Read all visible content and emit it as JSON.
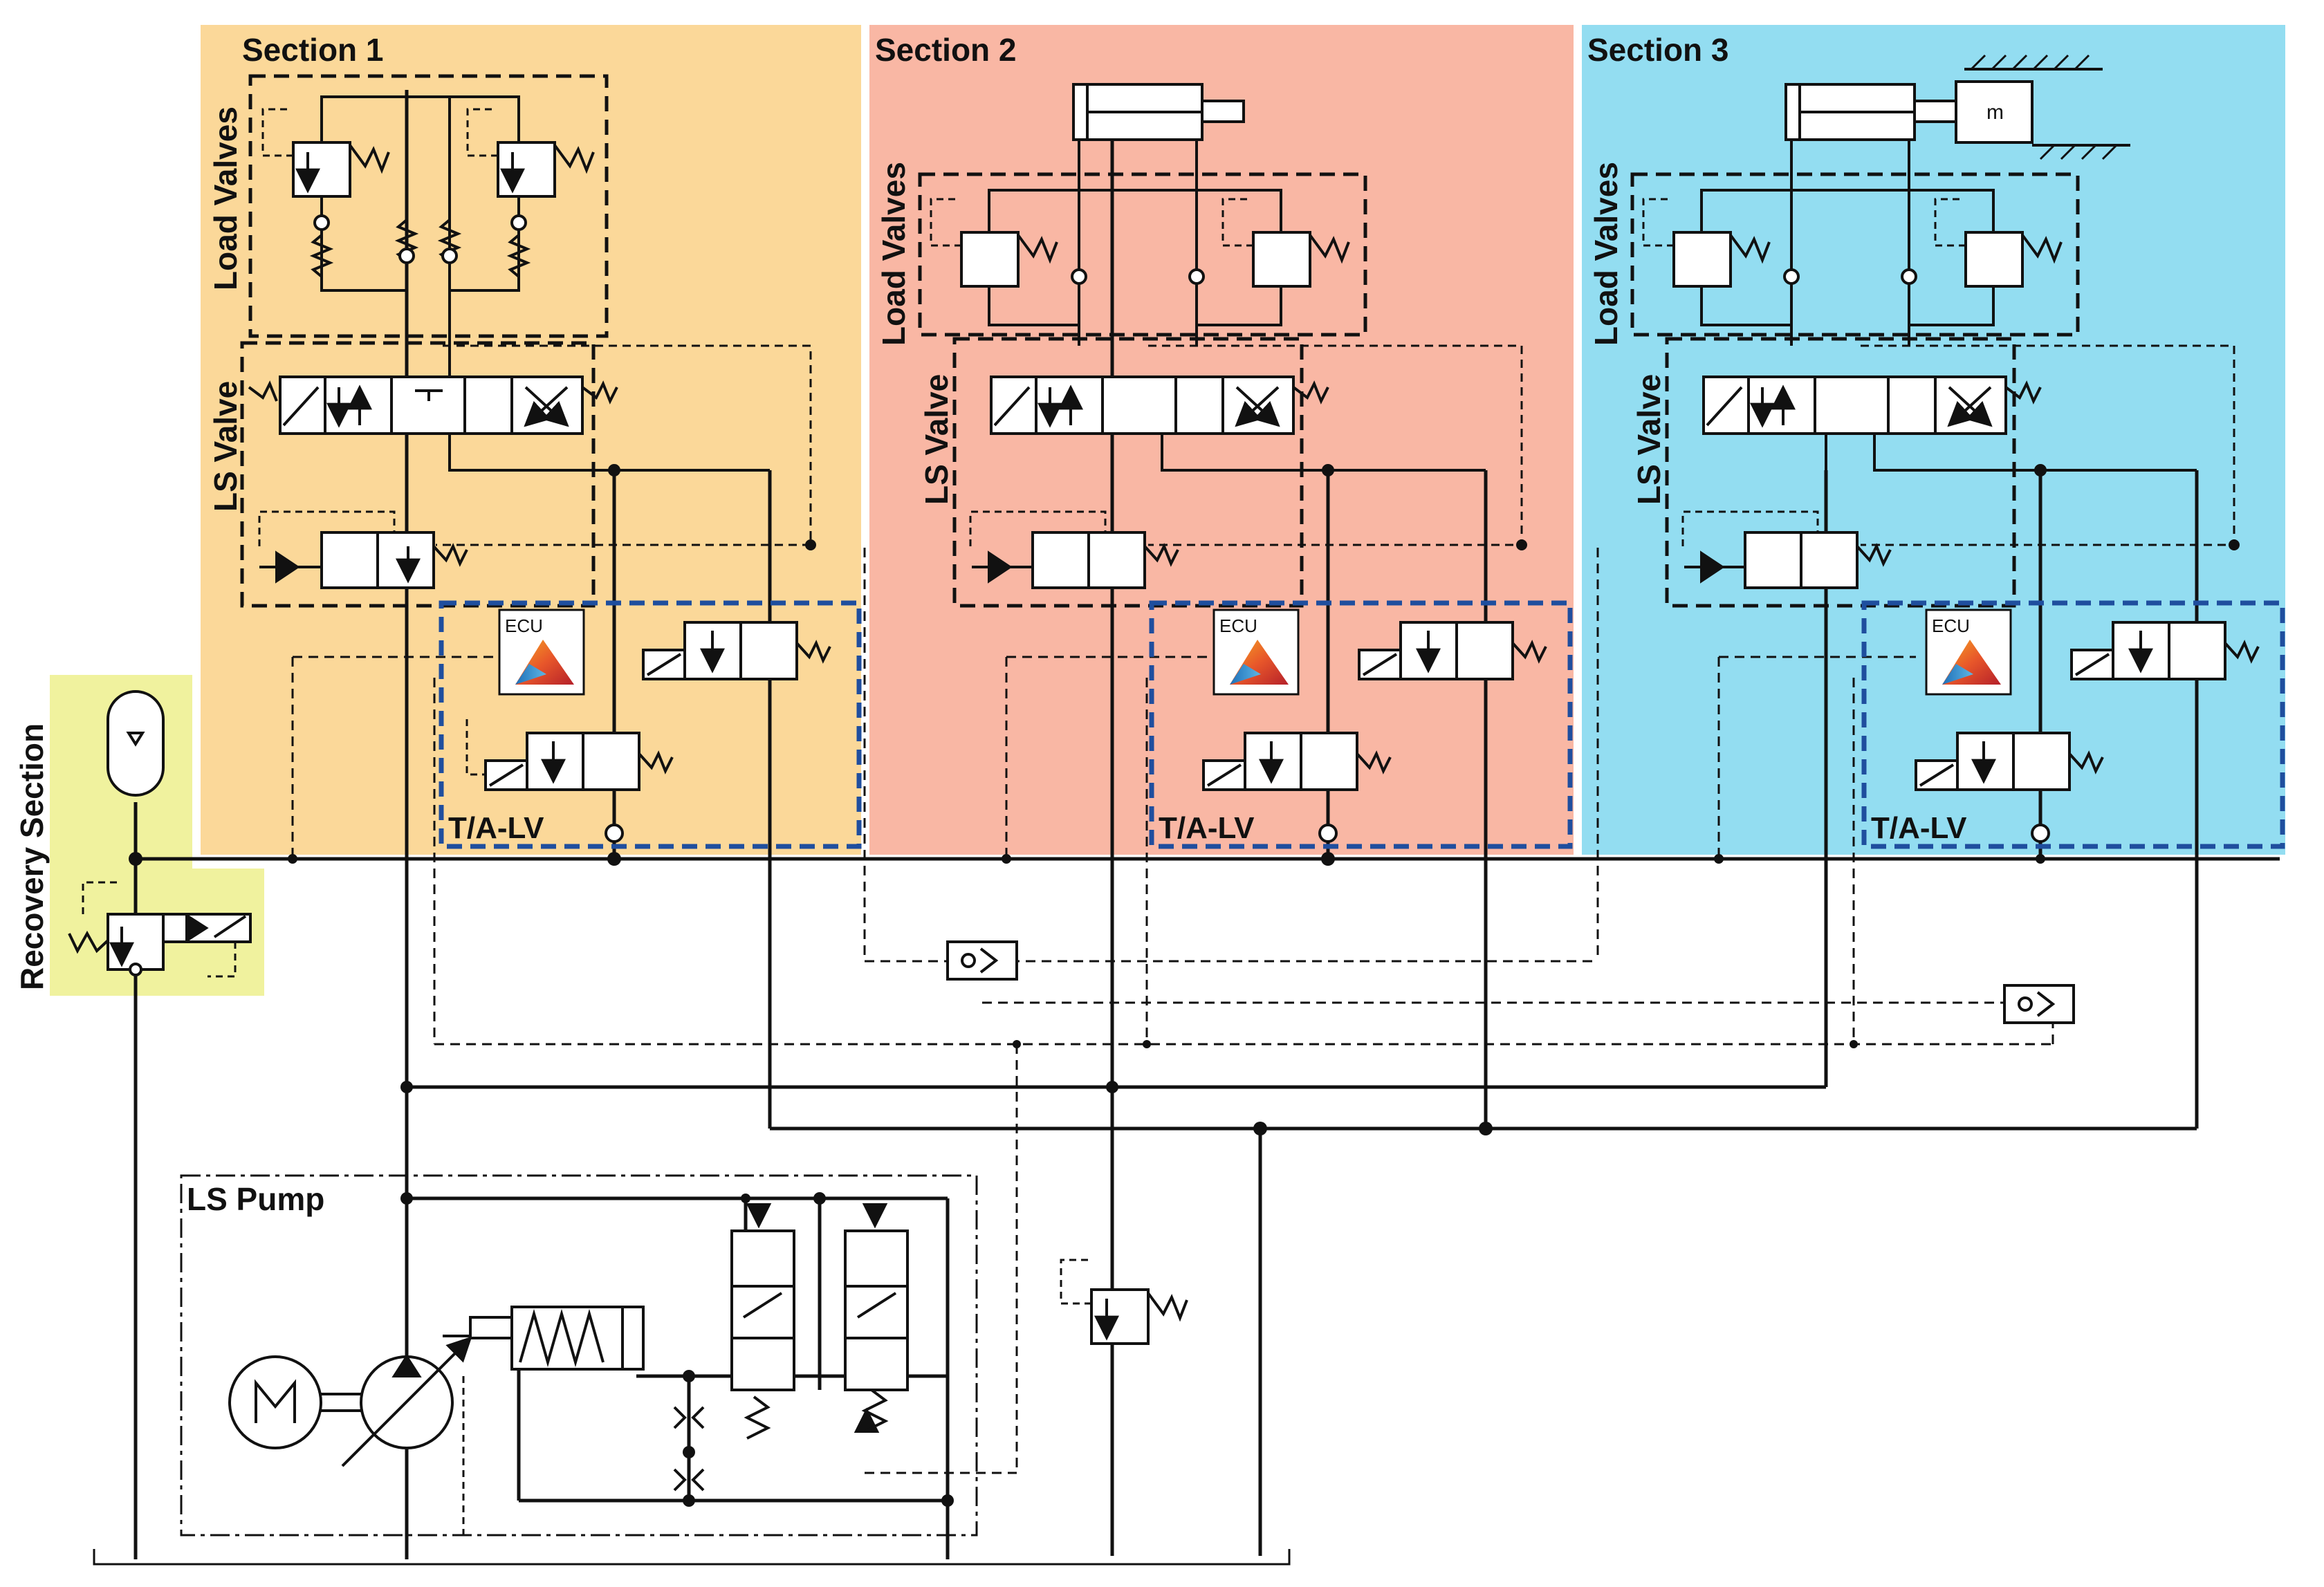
{
  "sections": [
    {
      "title": "Section 1",
      "color": "#FBD899"
    },
    {
      "title": "Section 2",
      "color": "#F9B7A4"
    },
    {
      "title": "Section 3",
      "color": "#93DDF1"
    }
  ],
  "recovery": {
    "title": "Recovery Section",
    "color": "#F0F29E"
  },
  "labels": {
    "load_valves": "Load Valves",
    "ls_valve": "LS Valve",
    "tav": "T/A-LV",
    "ecu": "ECU",
    "ls_pump": "LS Pump",
    "mass": "m"
  },
  "colors": {
    "ecu_frame": "#1F4E9E",
    "lines": "#111111"
  }
}
